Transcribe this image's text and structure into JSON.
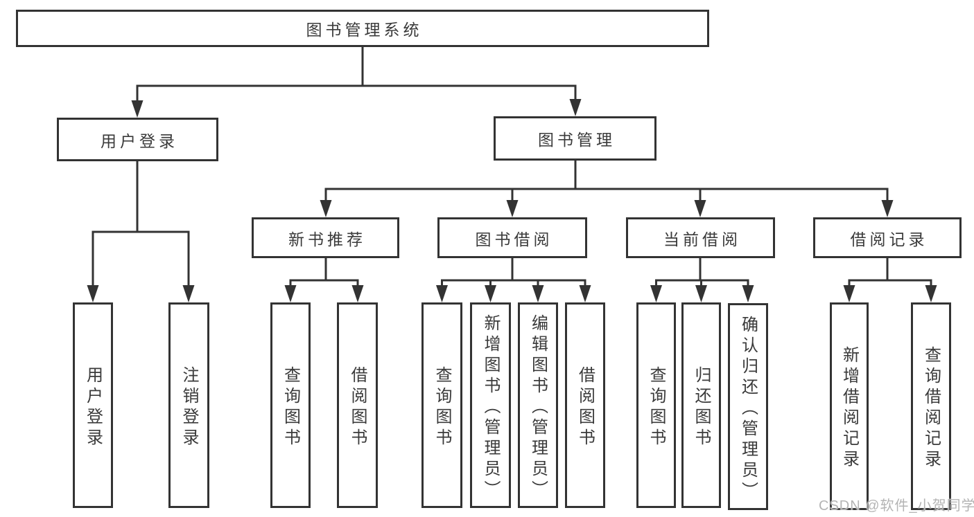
{
  "diagram": {
    "title": "图书管理系统",
    "level1": [
      {
        "label": "用户登录",
        "children": [
          "用户登录",
          "注销登录"
        ]
      },
      {
        "label": "图书管理",
        "children": [
          {
            "label": "新书推荐",
            "children": [
              "查询图书",
              "借阅图书"
            ]
          },
          {
            "label": "图书借阅",
            "children": [
              "查询图书",
              "新增图书（管理员）",
              "编辑图书（管理员）",
              "借阅图书"
            ]
          },
          {
            "label": "当前借阅",
            "children": [
              "查询图书",
              "归还图书",
              "确认归还（管理员）"
            ]
          },
          {
            "label": "借阅记录",
            "children": [
              "新增借阅记录",
              "查询借阅记录"
            ]
          }
        ]
      }
    ],
    "watermark": "CSDN @软件_小贺同学",
    "colors": {
      "line": "#333333",
      "box_border": "#333333",
      "box_fill": "#ffffff",
      "text": "#3a3a3a",
      "watermark": "#b4b4b4",
      "background": "#ffffff"
    }
  }
}
